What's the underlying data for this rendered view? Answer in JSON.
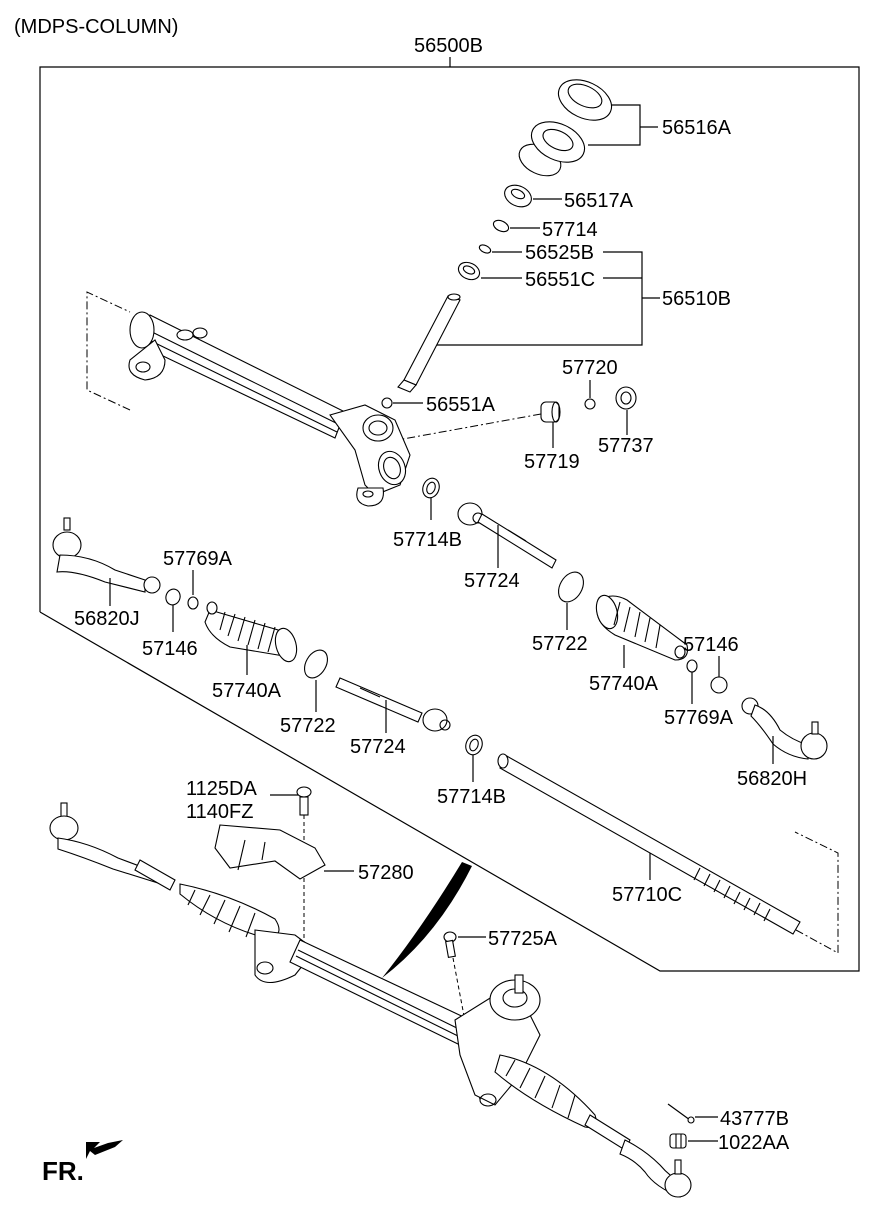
{
  "title": "(MDPS-COLUMN)",
  "assembly_label": "56500B",
  "direction_indicator": {
    "label": "FR.",
    "icon": "front-arrow-icon"
  },
  "parts": {
    "p56516A": "56516A",
    "p56517A": "56517A",
    "p57714": "57714",
    "p56525B": "56525B",
    "p56551C": "56551C",
    "p56510B": "56510B",
    "p56551A": "56551A",
    "p57720": "57720",
    "p57719": "57719",
    "p57737": "57737",
    "p57714B_upper": "57714B",
    "p57724_right": "57724",
    "p57722_right": "57722",
    "p57769A_left": "57769A",
    "p56820J": "56820J",
    "p57146_left": "57146",
    "p57740A_left": "57740A",
    "p57722_left": "57722",
    "p57724_left": "57724",
    "p57714B_lower": "57714B",
    "p57740A_right": "57740A",
    "p57146_right": "57146",
    "p57769A_right": "57769A",
    "p56820H": "56820H",
    "p1125DA": "1125DA",
    "p1140FZ": "1140FZ",
    "p57280": "57280",
    "p57710C": "57710C",
    "p57725A": "57725A",
    "p43777B": "43777B",
    "p1022AA": "1022AA"
  }
}
